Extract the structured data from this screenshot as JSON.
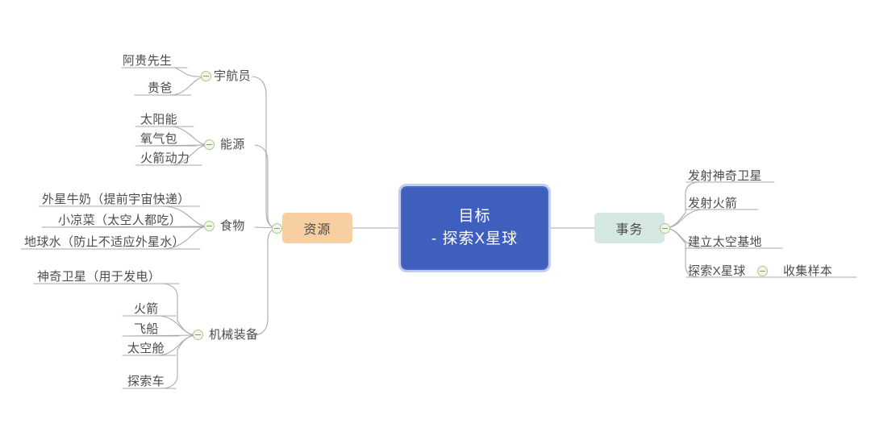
{
  "diagram": {
    "type": "mind-map",
    "background_color": "#ffffff",
    "text_color": "#4c4c4c",
    "connector_color": "#a9a9a9"
  },
  "root": {
    "title": "目标",
    "subtitle": "- 探索X星球",
    "fill_color": "#3f5fbf",
    "border_color": "#4a68c6",
    "halo_color": "#c3cdee",
    "text_color": "#ffffff"
  },
  "branches": {
    "left": {
      "label": "资源",
      "fill_color": "#f7cfa2",
      "toggle_label": "collapse-toggle",
      "topics": [
        {
          "label": "宇航员",
          "children": [
            {
              "label": "阿贵先生"
            },
            {
              "label": "贵爸"
            }
          ]
        },
        {
          "label": "能源",
          "children": [
            {
              "label": "太阳能"
            },
            {
              "label": "氧气包"
            },
            {
              "label": "火箭动力"
            }
          ]
        },
        {
          "label": "食物",
          "children": [
            {
              "label": "外星牛奶（提前宇宙快递）"
            },
            {
              "label": "小凉菜（太空人都吃）"
            },
            {
              "label": "地球水（防止不适应外星水）"
            }
          ]
        },
        {
          "label": "机械装备",
          "children": [
            {
              "label": "神奇卫星（用于发电）"
            },
            {
              "label": "火箭"
            },
            {
              "label": "飞船"
            },
            {
              "label": "太空舱"
            },
            {
              "label": "探索车"
            }
          ]
        }
      ]
    },
    "right": {
      "label": "事务",
      "fill_color": "#d5e8e2",
      "topics": [
        {
          "label": "发射神奇卫星"
        },
        {
          "label": "发射火箭"
        },
        {
          "label": "建立太空基地"
        },
        {
          "label": "探索X星球",
          "children": [
            {
              "label": "收集样本"
            }
          ]
        }
      ]
    }
  }
}
